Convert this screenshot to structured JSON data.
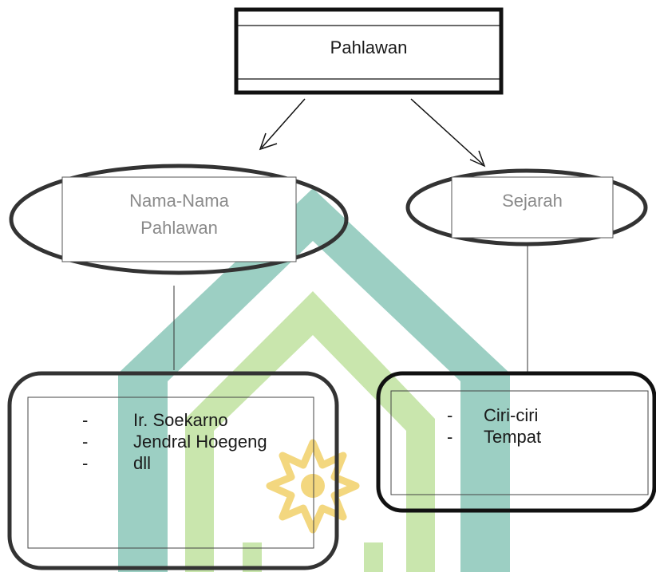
{
  "root": {
    "title": "Pahlawan"
  },
  "branches": [
    {
      "title": "Nama-Nama Pahlawan",
      "title_line1": "Nama-Nama",
      "title_line2": "Pahlawan",
      "items": [
        "Ir. Soekarno",
        "Jendral Hoegeng",
        "dll"
      ]
    },
    {
      "title": "Sejarah",
      "items": [
        "Ciri-ciri",
        "Tempat"
      ]
    }
  ],
  "bullet": "-",
  "colors": {
    "watermark_teal": "#9ccfc3",
    "watermark_green": "#c9e6ad",
    "watermark_gold": "#f3d77f",
    "ink": "#111111",
    "label_gray": "#8a8a8a"
  }
}
